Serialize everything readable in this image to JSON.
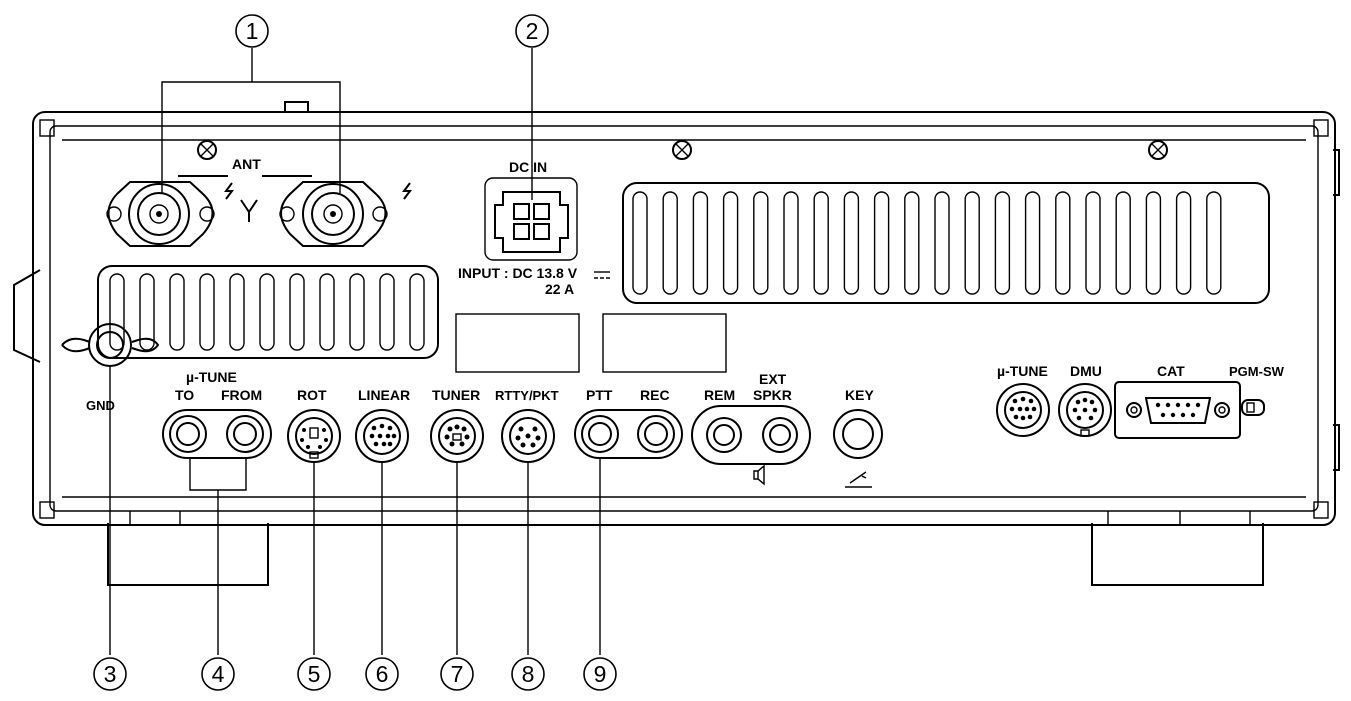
{
  "labels": {
    "ant": "ANT",
    "dc_in": "DC IN",
    "input_line1": "INPUT : DC 13.8 V",
    "input_line2": "22 A",
    "gnd": "GND",
    "mu_tune_left": "µ-TUNE",
    "to": "TO",
    "from": "FROM",
    "rot": "ROT",
    "linear": "LINEAR",
    "tuner": "TUNER",
    "rtty_pkt": "RTTY/PKT",
    "ptt": "PTT",
    "rec": "REC",
    "rem": "REM",
    "ext": "EXT",
    "spkr": "SPKR",
    "key": "KEY",
    "mu_tune_right": "µ-TUNE",
    "dmu": "DMU",
    "cat": "CAT",
    "pgm_sw": "PGM-SW"
  },
  "callouts": [
    "1",
    "2",
    "3",
    "4",
    "5",
    "6",
    "7",
    "8",
    "9"
  ]
}
